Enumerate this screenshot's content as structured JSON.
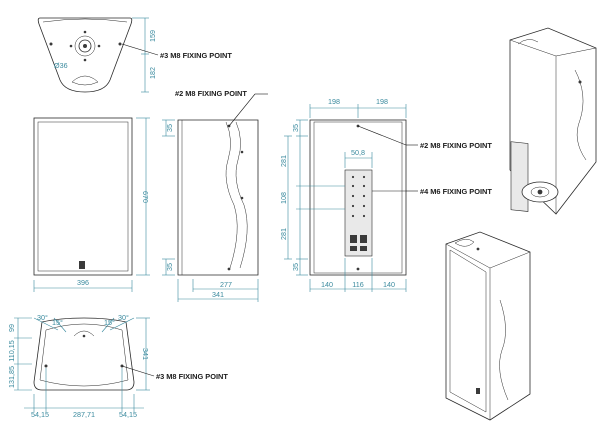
{
  "diagram": {
    "top_view": {
      "dims": {
        "d159": "159",
        "d182": "182",
        "diam": "Ø36"
      },
      "callout": "#3 M8 FIXING POINT"
    },
    "front_view": {
      "dims": {
        "width": "396",
        "height": "670"
      }
    },
    "side_view": {
      "callout": "#2 M8 FIXING POINT",
      "dims": {
        "top_offset": "35",
        "bottom_offset": "35",
        "depth_inner": "277",
        "depth_total": "341"
      }
    },
    "rear_view": {
      "dims": {
        "half_left": "198",
        "half_right": "198",
        "top_offset": "35",
        "upper": "281",
        "middle": "108",
        "lower": "281",
        "bottom_offset": "35",
        "plate_width": "50,8",
        "left": "140",
        "center": "116",
        "right": "140"
      },
      "callouts": {
        "m8": "#2 M8 FIXING POINT",
        "m6": "#4 M6 FIXING POINT"
      }
    },
    "bottom_view": {
      "dims": {
        "angle1": "30°",
        "angle2": "15°",
        "angle3": "15°",
        "angle4": "30°",
        "v99": "99",
        "v110": "110,15",
        "v131": "131,85",
        "depth": "341",
        "left": "54,15",
        "center": "287,71",
        "right": "54,15"
      },
      "callout": "#3 M8 FIXING POINT"
    }
  }
}
